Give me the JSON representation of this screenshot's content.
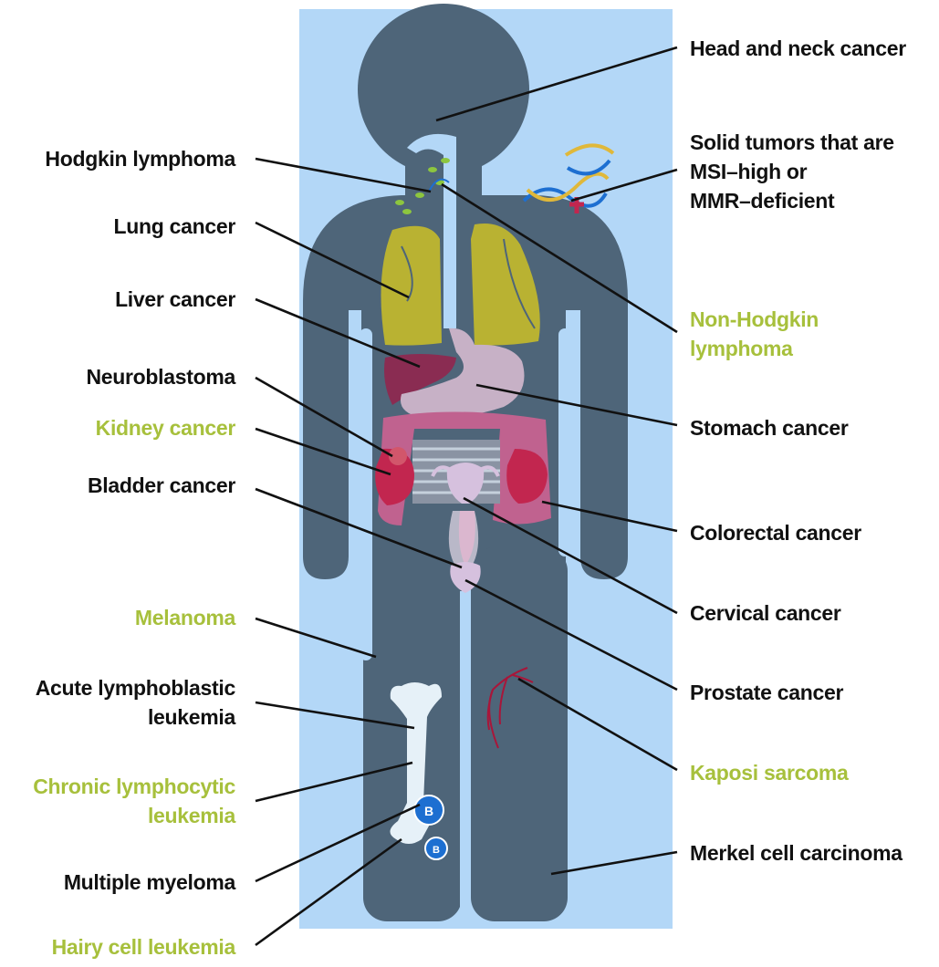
{
  "colors": {
    "background_panel": "#b3d7f7",
    "body": "#4e6579",
    "leader_line": "#111111",
    "label_default": "#111111",
    "label_highlight": "#a7c03c",
    "lung": "#b9b232",
    "liver": "#8a2c52",
    "stomach": "#c7b1c6",
    "intestine": "#c0628f",
    "kidney": "#c2264f",
    "bladder": "#d6c1de",
    "bone": "#e6f1f8",
    "vessel": "#a8163a",
    "lymph": "#8dc63f",
    "b_cell": "#1d6fd1"
  },
  "cell_badge": "B",
  "labels": {
    "head_neck": "Head and neck cancer",
    "solid_tumors": "Solid tumors that are\nMSI–high or\nMMR–deficient",
    "hodgkin": "Hodgkin lymphoma",
    "lung": "Lung cancer",
    "liver": "Liver cancer",
    "non_hodgkin": "Non-Hodgkin\nlymphoma",
    "neuroblastoma": "Neuroblastoma",
    "stomach": "Stomach cancer",
    "kidney": "Kidney cancer",
    "bladder": "Bladder cancer",
    "colorectal": "Colorectal cancer",
    "cervical": "Cervical cancer",
    "melanoma": "Melanoma",
    "prostate": "Prostate cancer",
    "all_leukemia": "Acute lymphoblastic\nleukemia",
    "kaposi": "Kaposi sarcoma",
    "cll": "Chronic lymphocytic\nleukemia",
    "merkel": "Merkel cell carcinoma",
    "myeloma": "Multiple myeloma",
    "hairy_cell": "Hairy cell leukemia"
  }
}
